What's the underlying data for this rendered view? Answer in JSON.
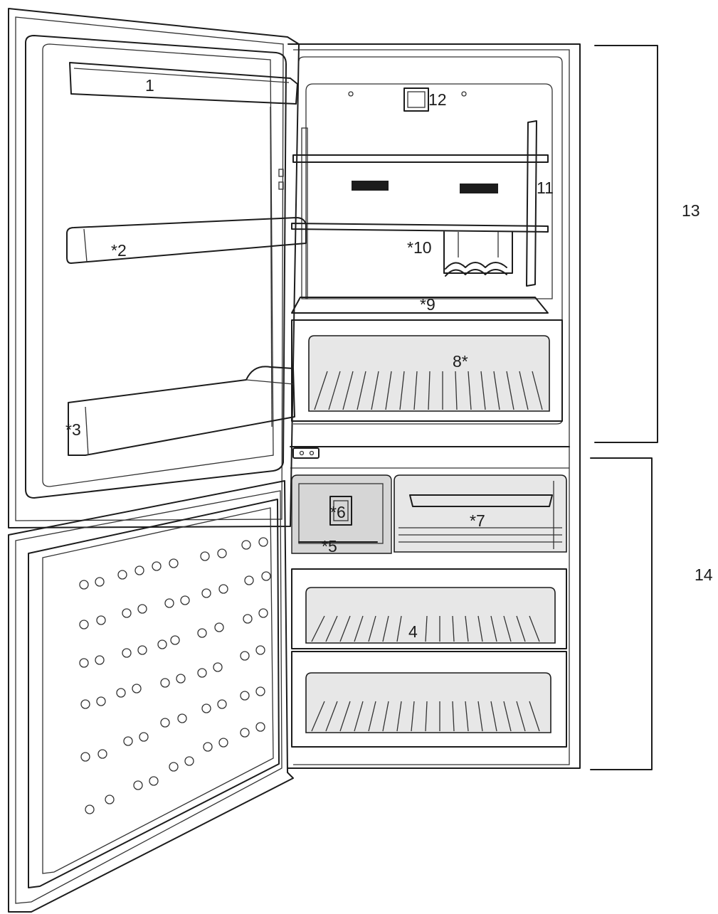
{
  "labels": {
    "door_shelf_top": "1",
    "door_shelf_mid": "*2",
    "door_shelf_bottom": "*3",
    "freezer_drawers": "4",
    "ice_tray_box": "*5",
    "ice_maker": "*6",
    "chiller_drawer": "*7",
    "crisper": "8*",
    "crisper_cover": "*9",
    "wine_rack": "*10",
    "fresh_light": "11",
    "fan_sensor": "12",
    "fridge_compartment": "13",
    "freezer_compartment": "14"
  },
  "colors": {
    "line": "#1c1c1c",
    "drawer_fill": "#e7e7e7"
  }
}
